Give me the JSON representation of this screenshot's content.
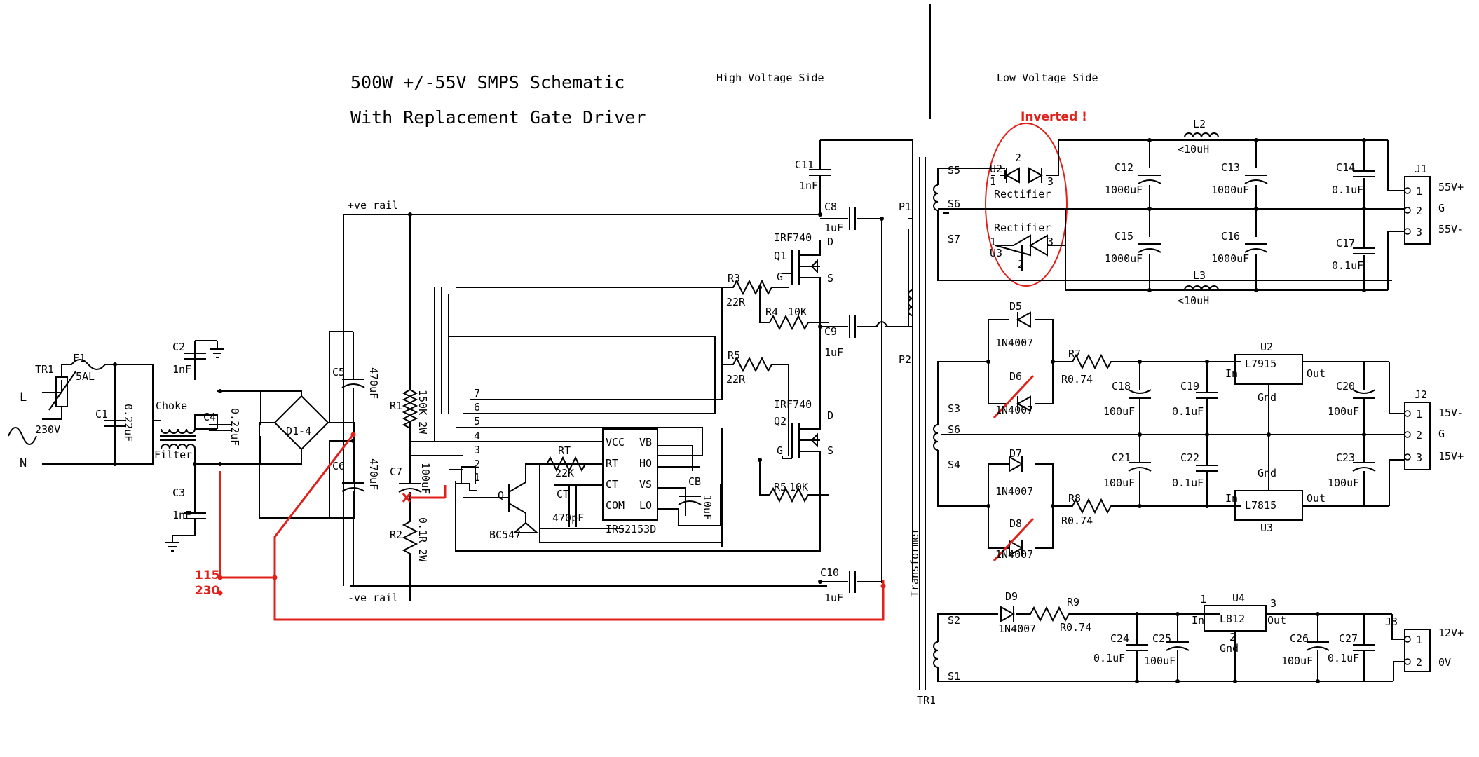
{
  "title": {
    "line1": "500W +/-55V SMPS Schematic",
    "line2": "With Replacement Gate Driver"
  },
  "sections": {
    "high": "High Voltage Side",
    "low": "Low Voltage Side"
  },
  "annotations": {
    "inverted": "Inverted !",
    "sel115": "115",
    "sel230": "230",
    "pos_rail": "+ve rail",
    "neg_rail": "-ve rail"
  },
  "input": {
    "L": "L",
    "N": "N",
    "V": "230V",
    "TR1": "TR1",
    "F1": "F1",
    "F1v": "5AL",
    "C1": "C1",
    "C1v": "0.22uF",
    "choke1": "Choke",
    "choke2": "Filter",
    "C2": "C2",
    "C2v": "1nF",
    "C3": "C3",
    "C3v": "1nF",
    "C4": "C4",
    "C4v": "0.22uF",
    "D14": "D1-4"
  },
  "bus": {
    "C5": "C5",
    "C5v": "470uF",
    "C6": "C6",
    "C6v": "470uF",
    "R1": "R1",
    "R1v": "150K 2W",
    "R2": "R2",
    "R2v": "0.1R 2W",
    "C7": "C7",
    "C7v": "100uF"
  },
  "driver": {
    "ic": "IRS2153D",
    "vcc": "VCC",
    "rt": "RT",
    "ct": "CT",
    "com": "COM",
    "vb": "VB",
    "ho": "HO",
    "vs": "VS",
    "lo": "LO",
    "RT": "RT",
    "RTv": "22K",
    "CT": "CT",
    "CTv": "470pF",
    "CB": "CB",
    "CBv": "10uF",
    "Q": "Q",
    "BC547": "BC547",
    "pins": [
      "7",
      "6",
      "5",
      "4",
      "3",
      "2",
      "1"
    ]
  },
  "bridge": {
    "C11": "C11",
    "C11v": "1nF",
    "C8": "C8",
    "C8v": "1uF",
    "C9": "C9",
    "C9v": "1uF",
    "C10": "C10",
    "C10v": "1uF",
    "Q1": "Q1",
    "Q1t": "IRF740",
    "Q2": "Q2",
    "Q2t": "IRF740",
    "R3": "R3",
    "R3v": "22R",
    "R4": "R4",
    "R4v": "10K",
    "R5": "R5",
    "R5v": "22R",
    "R5b": "R5",
    "R5bv": "10K",
    "D": "D",
    "G": "G",
    "S": "S"
  },
  "transformer": {
    "label": "Transformer",
    "TR1": "TR1",
    "P1": "P1",
    "P2": "P2",
    "S1": "S1",
    "S2": "S2",
    "S3": "S3",
    "S4": "S4",
    "S5": "S5",
    "S6": "S6",
    "S7": "S7"
  },
  "out55": {
    "U2": "U2",
    "U3": "U3",
    "rect": "Rectifier",
    "p1": "1",
    "p2": "2",
    "p3": "3",
    "L2": "L2",
    "L3": "L3",
    "Lv": "<10uH",
    "C12": "C12",
    "C13": "C13",
    "C14": "C14",
    "C15": "C15",
    "C16": "C16",
    "C17": "C17",
    "big": "1000uF",
    "small": "0.1uF",
    "J1": "J1",
    "o1": "55V+",
    "o2": "G",
    "o3": "55V-"
  },
  "out15": {
    "D5": "D5",
    "D6": "D6",
    "D7": "D7",
    "D8": "D8",
    "dv": "1N4007",
    "R7": "R7",
    "R8": "R8",
    "Rv": "R0.74",
    "U2": "U2",
    "U2t": "L7915",
    "U3": "U3",
    "U3t": "L7815",
    "In": "In",
    "Out": "Out",
    "Gnd": "Gnd",
    "C18": "C18",
    "C19": "C19",
    "C20": "C20",
    "C21": "C21",
    "C22": "C22",
    "C23": "C23",
    "big": "100uF",
    "small": "0.1uF",
    "J2": "J2",
    "o1": "15V-",
    "o2": "G",
    "o3": "15V+"
  },
  "out12": {
    "D9": "D9",
    "dv": "1N4007",
    "R9": "R9",
    "Rv": "R0.74",
    "U4": "U4",
    "U4t": "L812",
    "C24": "C24",
    "C25": "C25",
    "C26": "C26",
    "C27": "C27",
    "big": "100uF",
    "small": "0.1uF",
    "J3": "J3",
    "o1": "12V+",
    "o2": "0V"
  }
}
